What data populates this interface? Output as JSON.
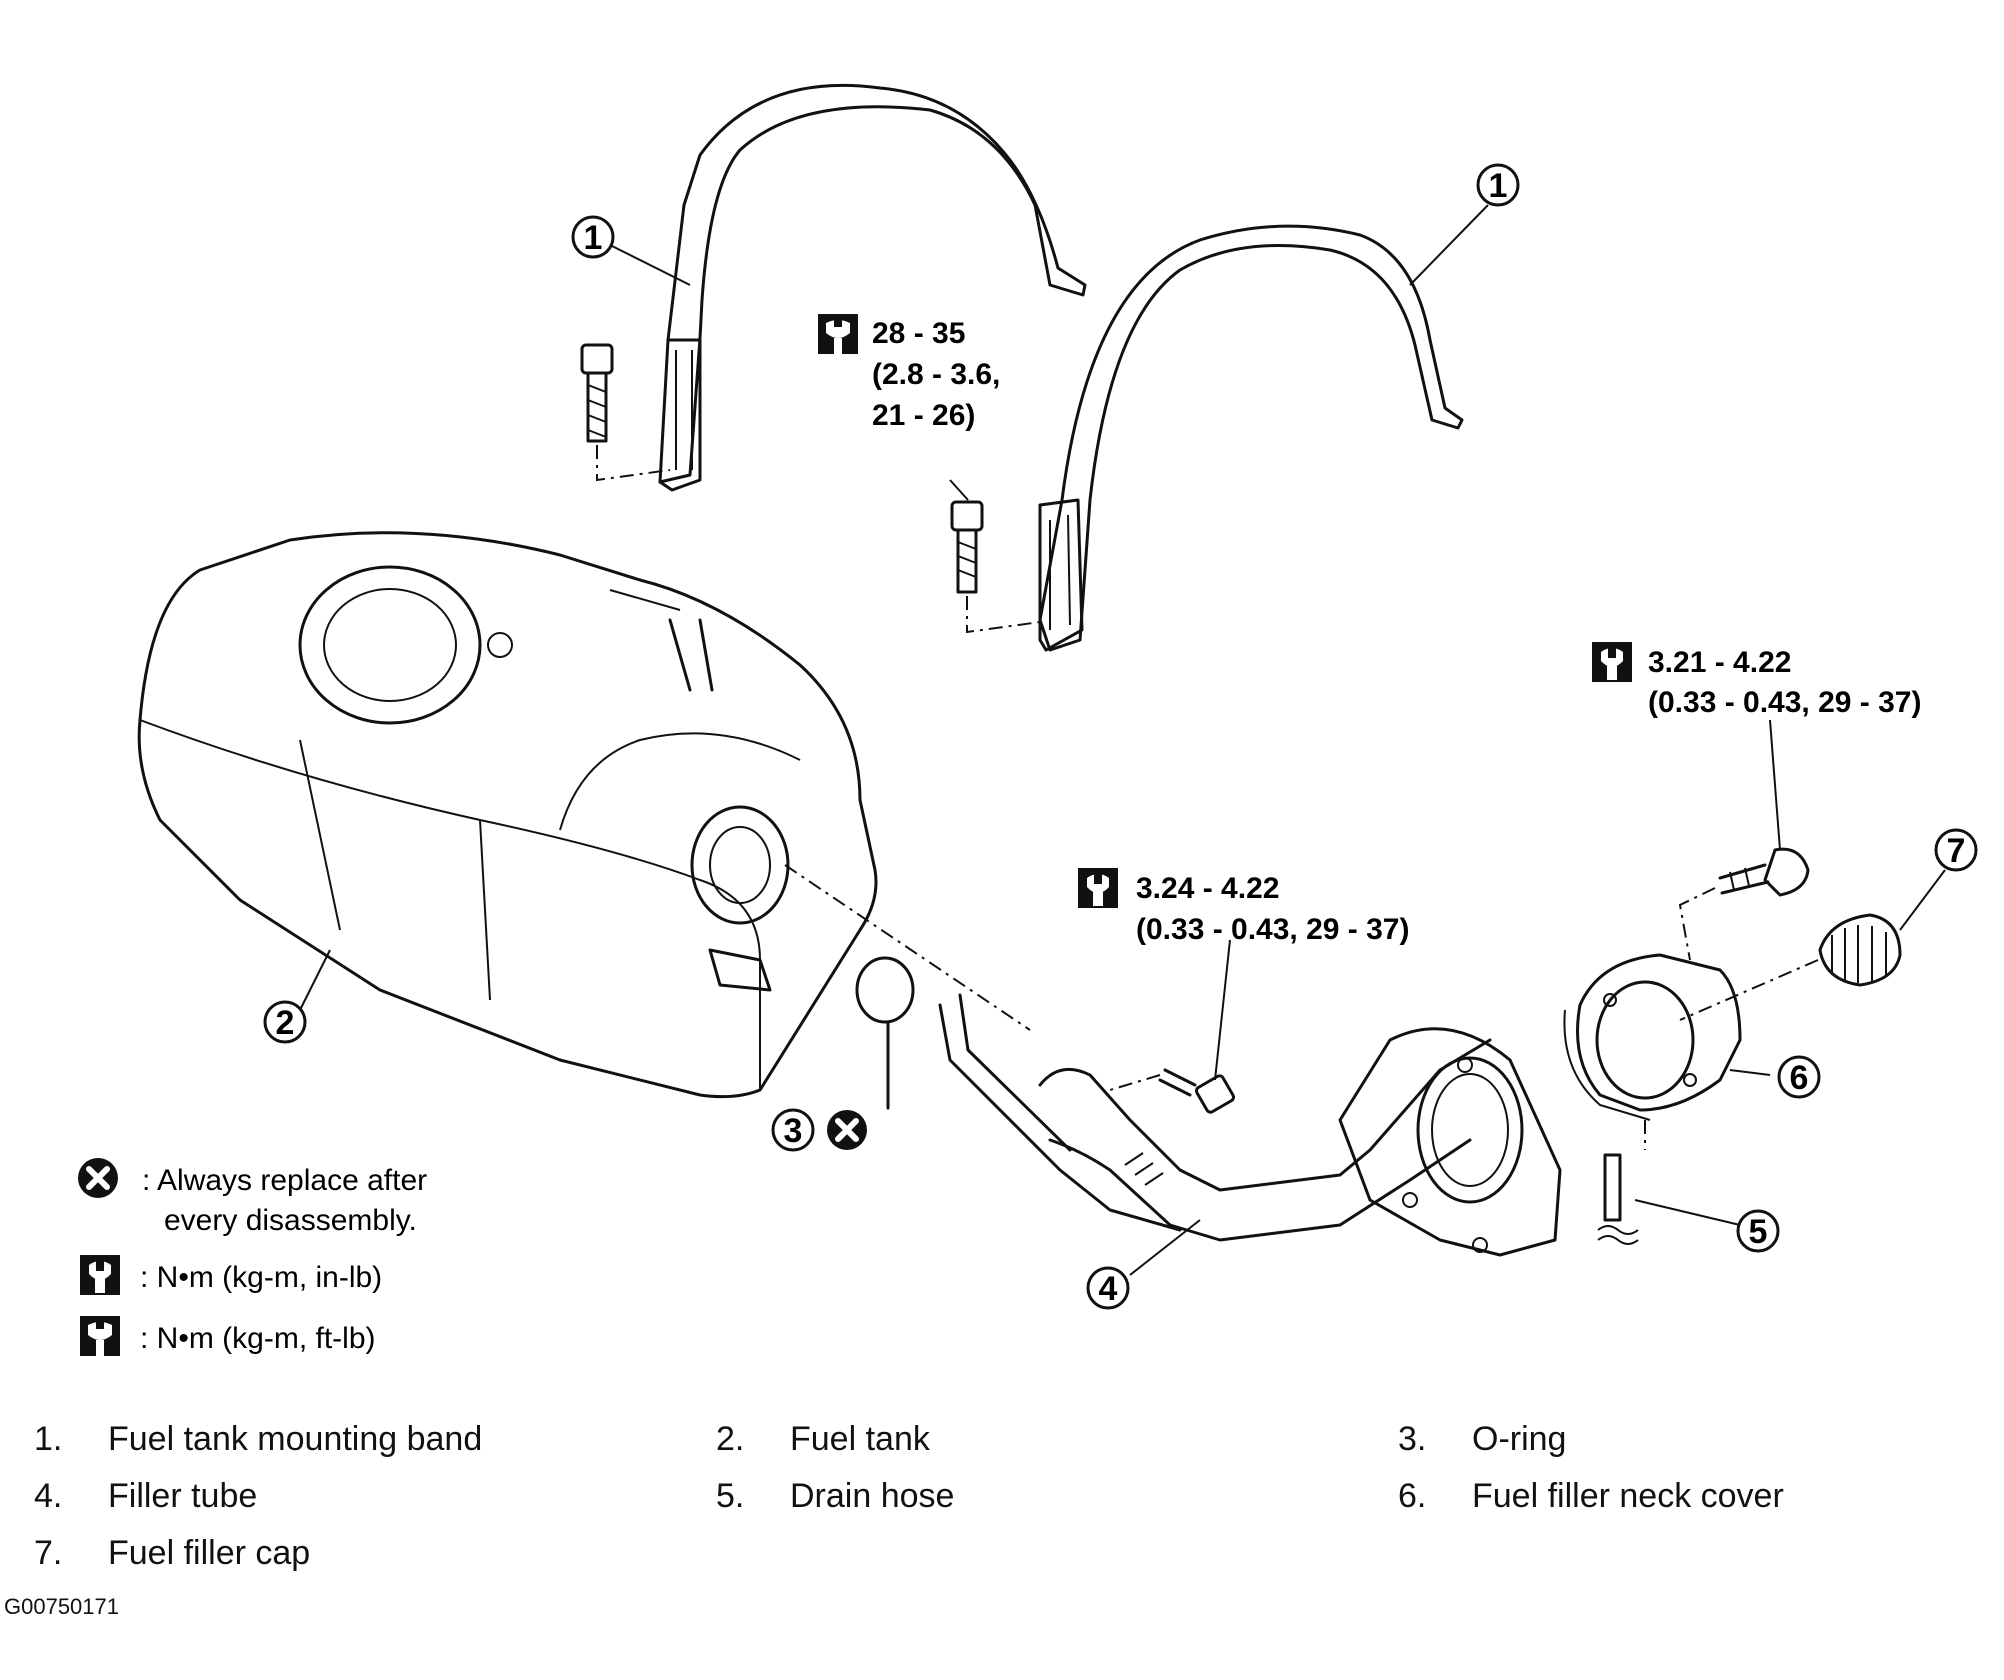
{
  "callouts": {
    "c1a": "1",
    "c1b": "1",
    "c2": "2",
    "c3": "3",
    "c4": "4",
    "c5": "5",
    "c6": "6",
    "c7": "7"
  },
  "torque_specs": {
    "band_bolt": [
      "28 - 35",
      "(2.8 - 3.6,",
      "21 - 26)"
    ],
    "filler_tube_bolt": [
      "3.24 - 4.22",
      "(0.33 - 0.43, 29 - 37)"
    ],
    "neck_cover_bolt": [
      "3.21 - 4.22",
      "(0.33 - 0.43, 29 - 37)"
    ]
  },
  "legend": {
    "replace_line1": ": Always replace after",
    "replace_line2": "every disassembly.",
    "torque_inlb": ":  N•m  (kg-m,  in-lb)",
    "torque_ftlb": ":  N•m  (kg-m,  ft-lb)"
  },
  "parts": [
    {
      "num": "1.",
      "label": "Fuel tank mounting band"
    },
    {
      "num": "2.",
      "label": "Fuel tank"
    },
    {
      "num": "3.",
      "label": "O-ring"
    },
    {
      "num": "4.",
      "label": "Filler tube"
    },
    {
      "num": "5.",
      "label": "Drain hose"
    },
    {
      "num": "6.",
      "label": "Fuel filler neck cover"
    },
    {
      "num": "7.",
      "label": "Fuel filler cap"
    }
  ],
  "figure_id": "G00750171"
}
